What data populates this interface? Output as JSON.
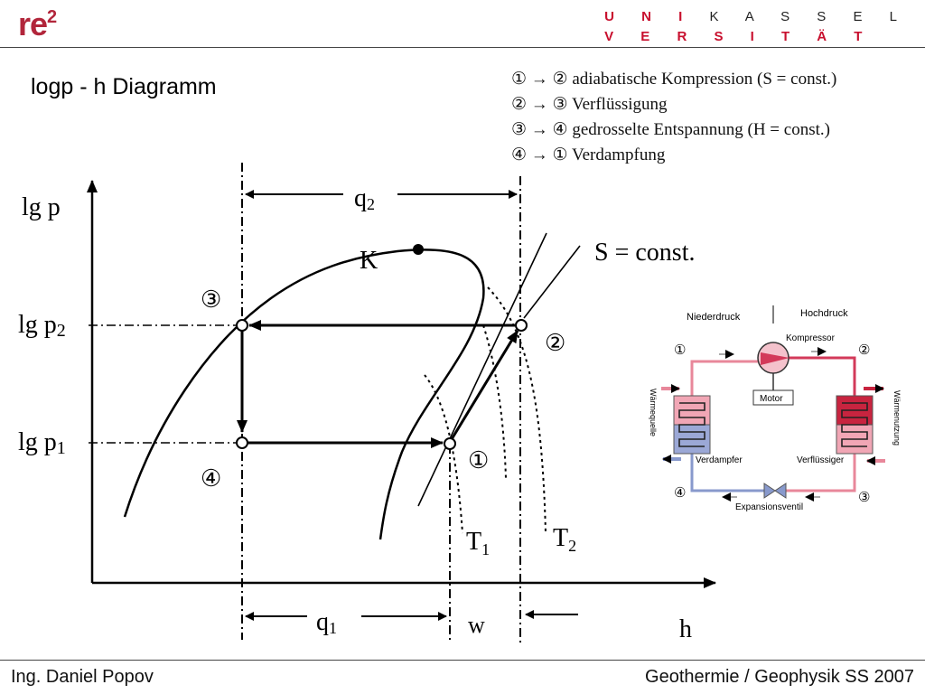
{
  "header": {
    "logo_text": "re",
    "logo_sup": "2",
    "university_line1_red": "U N I",
    "university_line1_black": "K A S S E L",
    "university_line2_red": "V E R S I T Ä T"
  },
  "title": "logp - h Diagramm",
  "legend": [
    "① → ② adiabatische Kompression (S = const.)",
    "② → ③ Verflüssigung",
    "③ → ④ gedrosselte Entspannung (H = const.)",
    "④ → ① Verdampfung"
  ],
  "diagram": {
    "y_axis_label": "lg p",
    "x_axis_label": "h",
    "p2_label": "lg p",
    "p2_sub": "2",
    "p1_label": "lg p",
    "p1_sub": "1",
    "q2_label": "q",
    "q2_sub": "2",
    "q1_label": "q",
    "q1_sub": "1",
    "w_label": "w",
    "k_label": "K",
    "s_const_label": "S = const.",
    "t1_label": "T",
    "t1_sub": "1",
    "t2_label": "T",
    "t2_sub": "2",
    "point_labels": [
      "①",
      "②",
      "③",
      "④"
    ]
  },
  "schematic": {
    "low_pressure": "Niederdruck",
    "high_pressure": "Hochdruck",
    "compressor": "Kompressor",
    "motor": "Motor",
    "evaporator": "Verdampfer",
    "condenser": "Verflüssiger",
    "expansion_valve": "Expansionsventil",
    "heat_source": "Wärmequelle",
    "heat_use": "Wärmenutzung",
    "point_labels": [
      "①",
      "②",
      "③",
      "④"
    ]
  },
  "footer": {
    "left": "Ing. Daniel Popov",
    "right": "Geothermie / Geophysik  SS 2007"
  }
}
